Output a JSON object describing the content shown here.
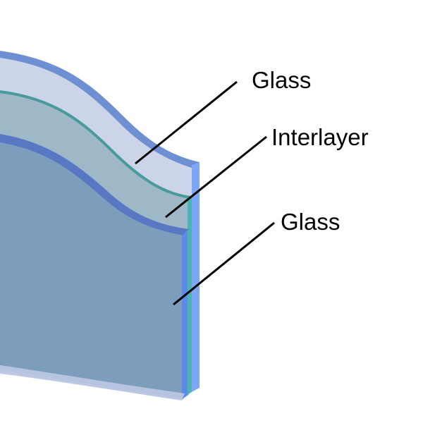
{
  "diagram": {
    "labels": {
      "top_glass": "Glass",
      "interlayer": "Interlayer",
      "bottom_glass": "Glass"
    },
    "colors": {
      "back_glass_face": "#cbd4e8",
      "back_glass_edge": "#7fa6f2",
      "back_glass_top": "#6e8fd2",
      "interlayer_face": "#9fb8c8",
      "interlayer_edge": "#4bb5b5",
      "interlayer_top": "#4a9a9c",
      "front_glass_face": "#7d9dbd",
      "front_glass_edge": "#5b8be6",
      "front_glass_top": "#5878c4",
      "leader": "#000000"
    }
  }
}
